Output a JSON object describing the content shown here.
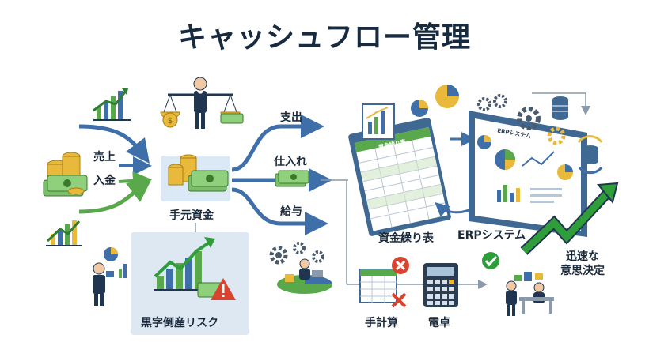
{
  "title": "キャッシュフロー管理",
  "inflow": {
    "sales": "売上",
    "deposit": "入金"
  },
  "hub": {
    "label": "手元資金"
  },
  "outflows": {
    "expense": "支出",
    "purchase": "仕入れ",
    "salary": "給与"
  },
  "risk": {
    "label": "黒字倒産リスク"
  },
  "cashflow_table": {
    "label": "資金繰り表",
    "sheet_title": "資金繰り表"
  },
  "erp": {
    "label": "ERPシステム",
    "screen_title": "ERPシステム"
  },
  "decision": {
    "label_line1": "迅速な",
    "label_line2": "意思決定"
  },
  "manual": {
    "spreadsheet": "手計算",
    "calculator": "電卓"
  },
  "colors": {
    "title": "#172a3f",
    "blue": "#3e6fa8",
    "green": "#5aa84c",
    "navy": "#1f3550",
    "red": "#d9432f",
    "gold": "#e8b93a"
  }
}
